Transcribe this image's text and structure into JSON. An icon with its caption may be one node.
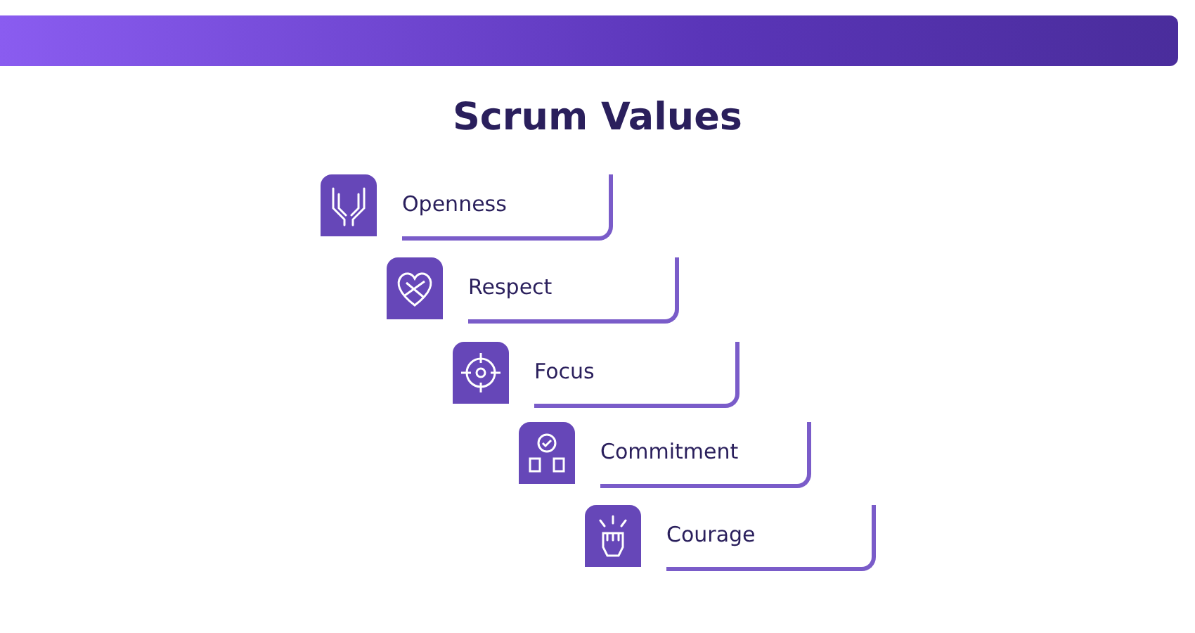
{
  "diagram": {
    "title": "Scrum Values",
    "nodes": [
      {
        "text": [
          "Openness"
        ]
      },
      {
        "text": [
          "Respect"
        ]
      },
      {
        "text": [
          "Focus"
        ]
      },
      {
        "text": [
          "Commitment"
        ]
      },
      {
        "text": [
          "Courage"
        ]
      }
    ]
  }
}
